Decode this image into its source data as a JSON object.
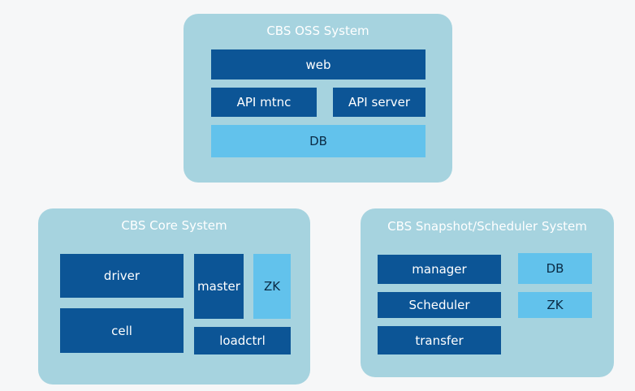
{
  "oss": {
    "title": "CBS OSS System",
    "web": "web",
    "api_mtnc": "API mtnc",
    "api_server": "API server",
    "db": "DB"
  },
  "core": {
    "title": "CBS Core System",
    "driver": "driver",
    "cell": "cell",
    "master": "master",
    "zk": "ZK",
    "loadctrl": "loadctrl"
  },
  "snapshot": {
    "title": "CBS Snapshot/Scheduler System",
    "manager": "manager",
    "scheduler": "Scheduler",
    "transfer": "transfer",
    "db": "DB",
    "zk": "ZK"
  },
  "colors": {
    "panel": "#a6d3df",
    "dark_box": "#0c5596",
    "light_box": "#62c2ec",
    "background": "#f6f7f8"
  }
}
